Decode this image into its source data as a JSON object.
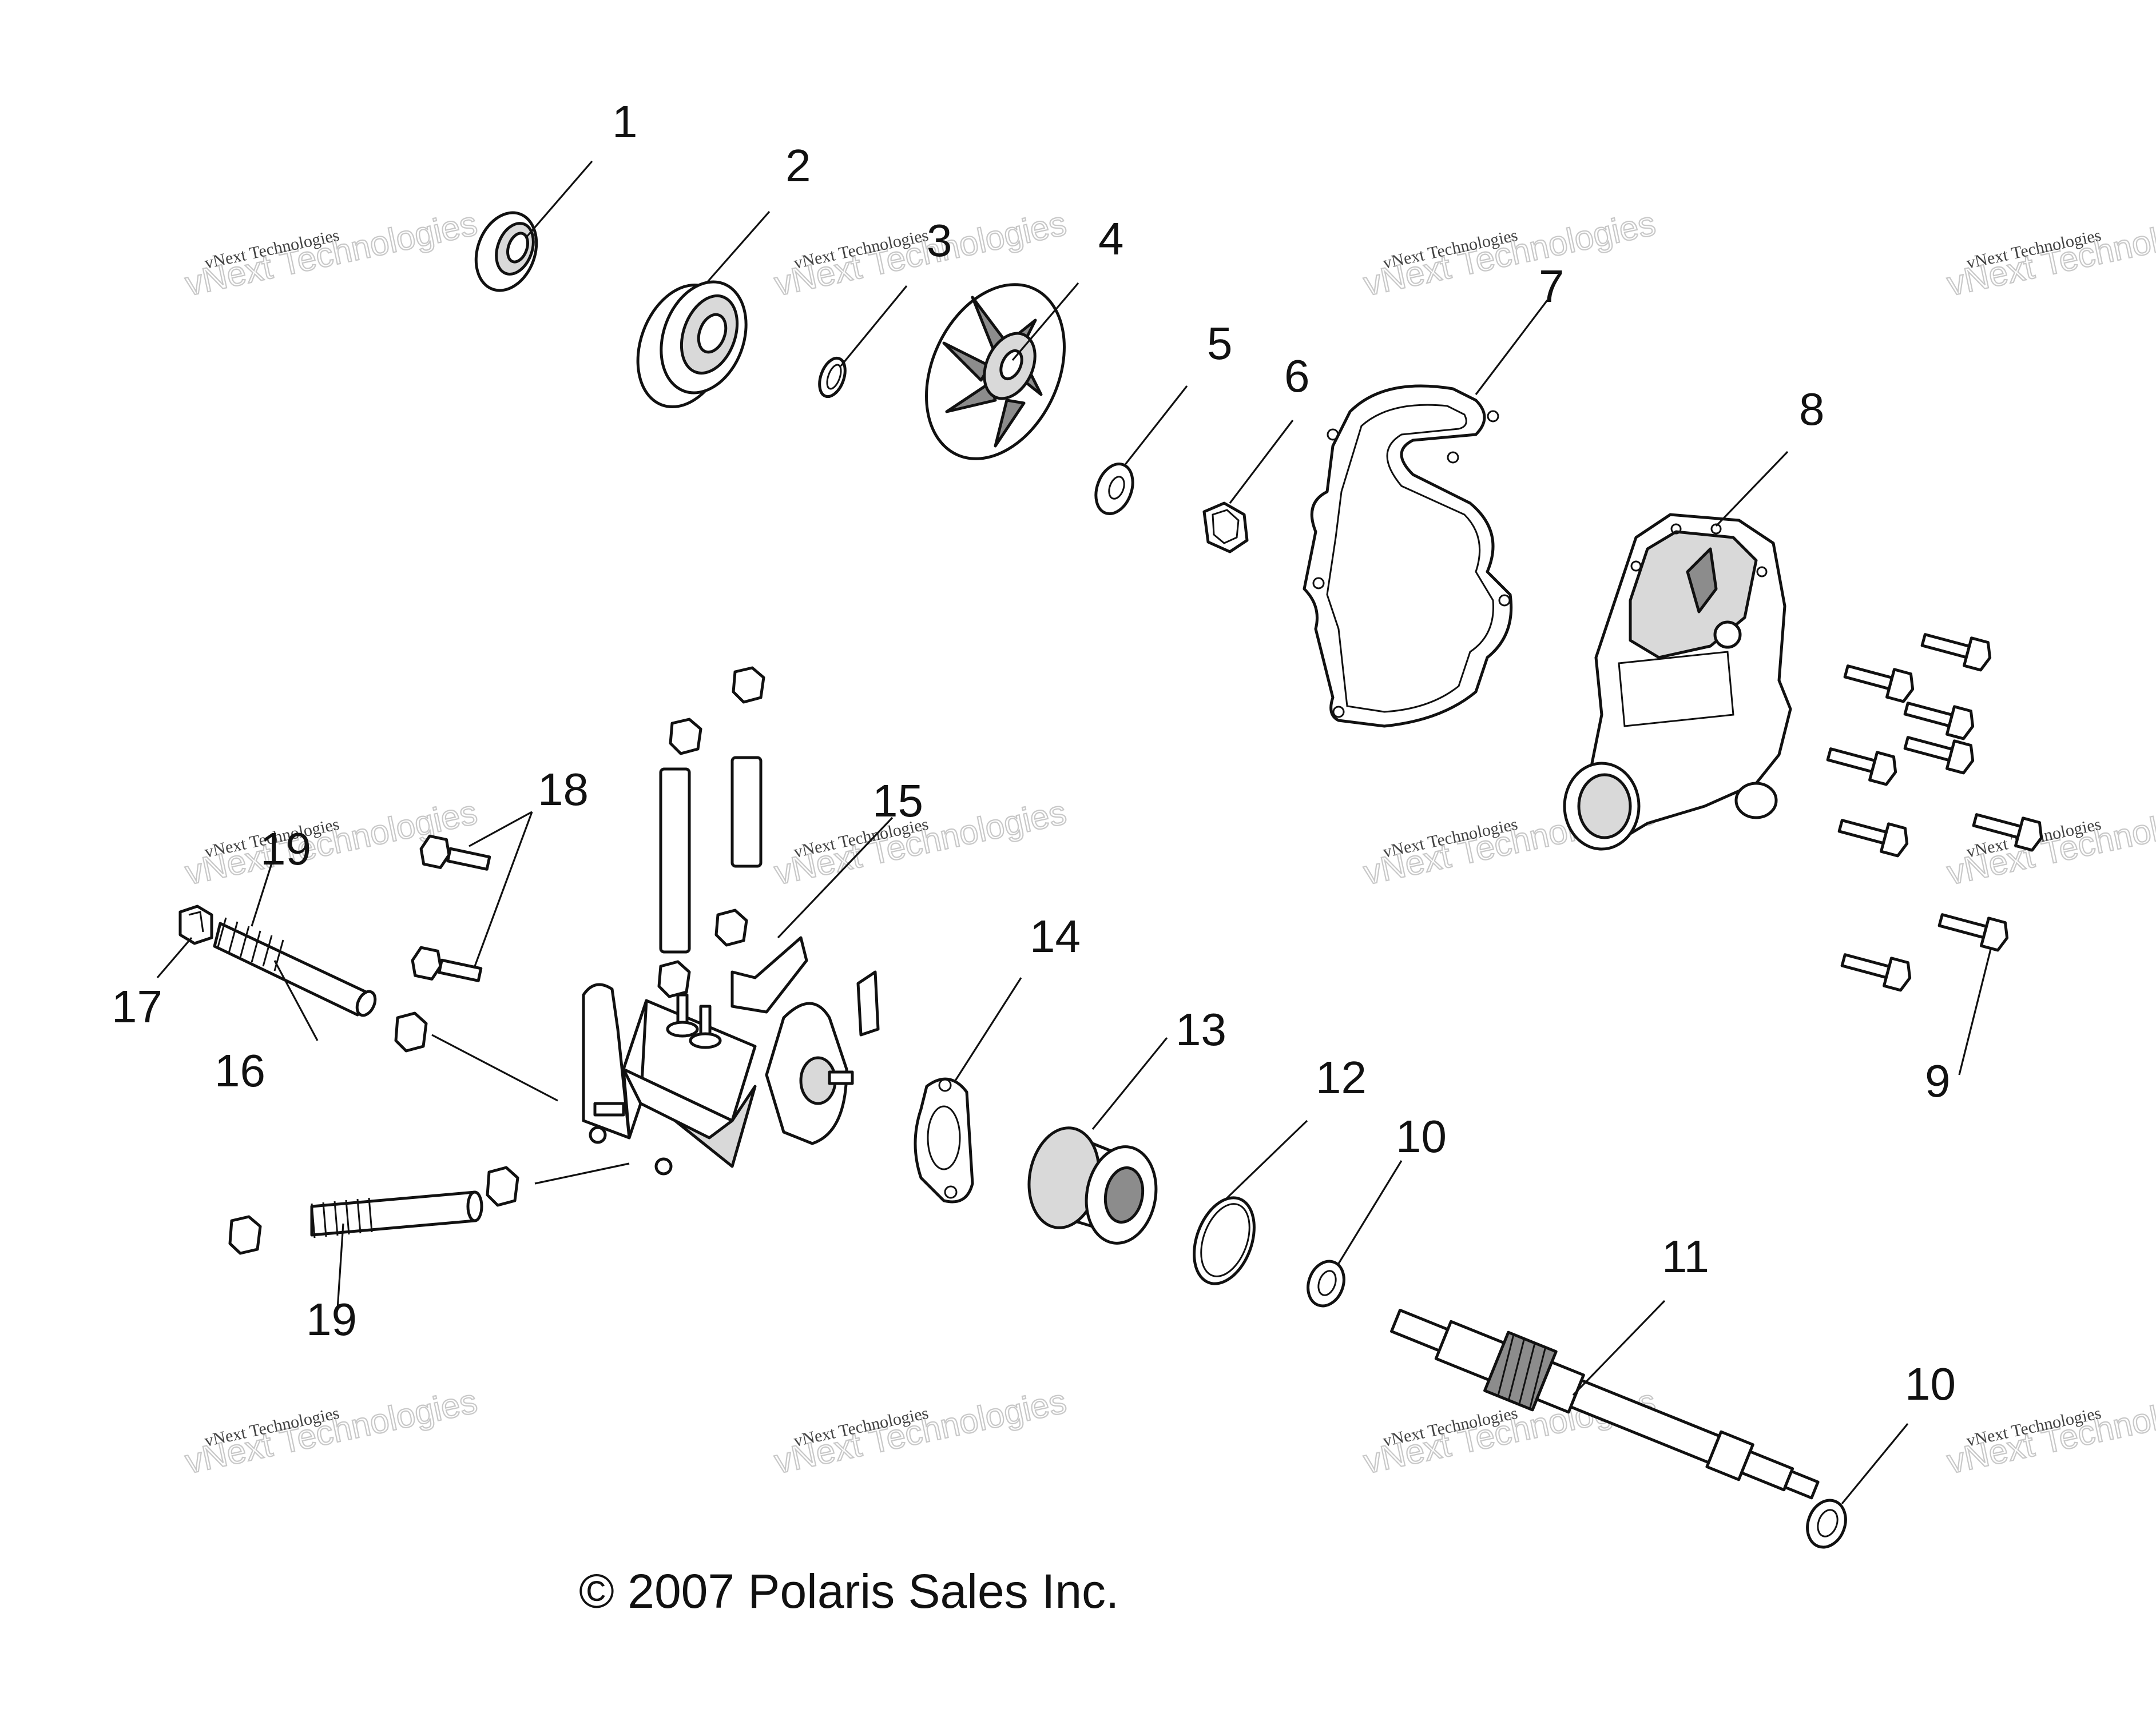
{
  "diagram": {
    "copyright": "© 2007 Polaris Sales Inc.",
    "watermark": {
      "line1": "vNext Technologies",
      "line2": "vNext Technologies"
    },
    "callouts": [
      "1",
      "2",
      "3",
      "4",
      "5",
      "6",
      "7",
      "8",
      "9",
      "10",
      "10",
      "11",
      "12",
      "13",
      "14",
      "15",
      "16",
      "17",
      "18",
      "19",
      "19"
    ]
  }
}
